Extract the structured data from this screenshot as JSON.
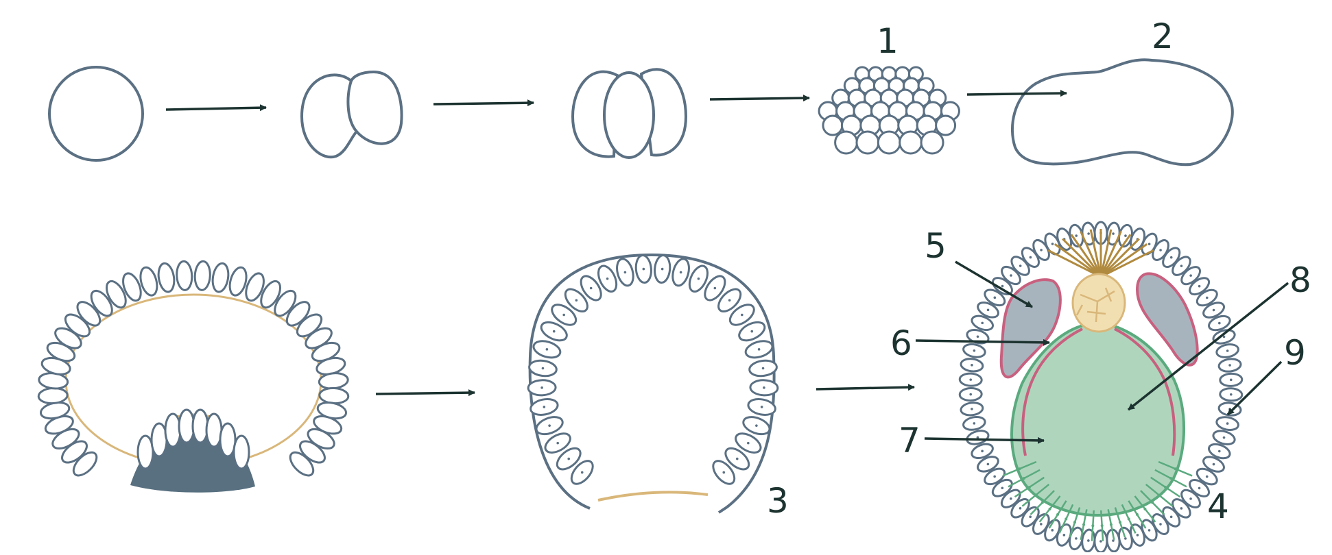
{
  "colors": {
    "outline": "#5b7083",
    "arrow": "#1c3330",
    "label": "#1c3330",
    "yolk": "#d9b77a",
    "dark_fill": "#587080",
    "endoderm": "#5aaa7e",
    "endoderm_fill": "#afd6bd",
    "mesoderm": "#c8607f",
    "mesoderm_fill": "#a8b4bd",
    "brown": "#b08a3e",
    "cream": "#f2dfb1"
  },
  "labels": {
    "l1": "1",
    "l2": "2",
    "l3": "3",
    "l4": "4",
    "l5": "5",
    "l6": "6",
    "l7": "7",
    "l8": "8",
    "l9": "9"
  },
  "stages": [
    "zygote-icon",
    "two-cell-embryo-icon",
    "four-cell-embryo-icon",
    "morula-icon",
    "heart-shaped-embryo-icon",
    "blastula-icon",
    "gastrula-icon",
    "cross-section-icon"
  ]
}
